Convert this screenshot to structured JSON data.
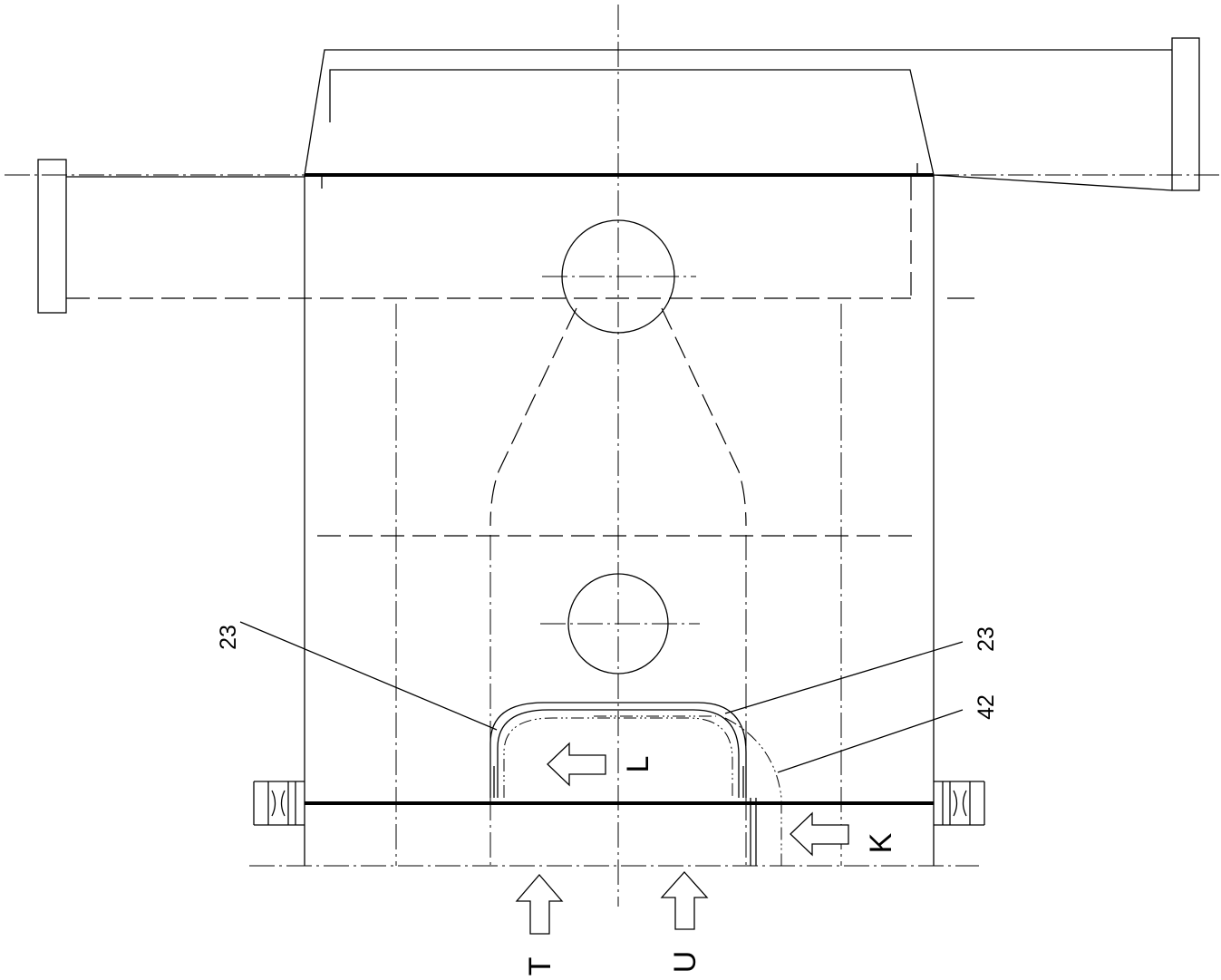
{
  "labels": {
    "ref_23_left": "23",
    "ref_23_right": "23",
    "ref_42": "42",
    "letter_l": "L",
    "letter_k": "K",
    "letter_t": "T",
    "letter_u": "U"
  },
  "colors": {
    "line": "#000000",
    "background": "#ffffff"
  }
}
